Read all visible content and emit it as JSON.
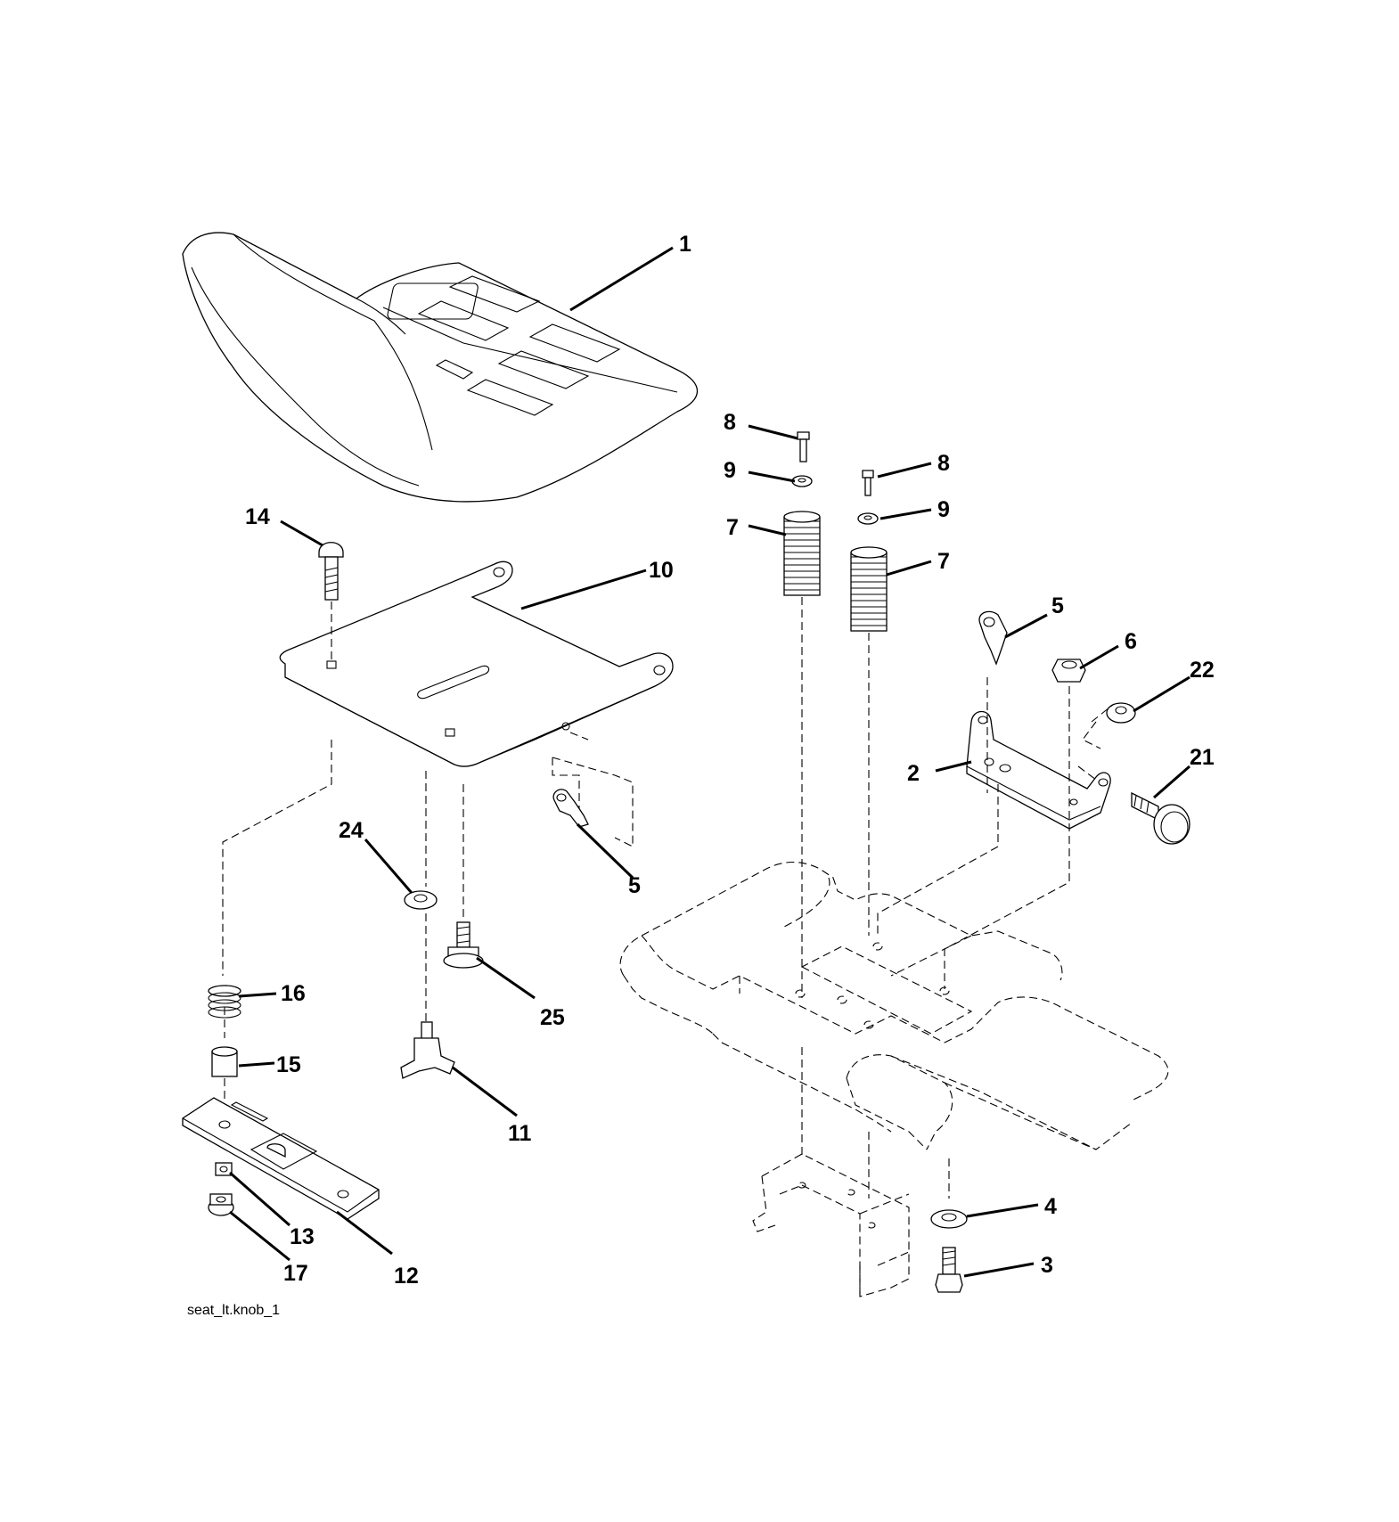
{
  "diagram": {
    "filename_label": "seat_lt.knob_1",
    "callouts": [
      {
        "id": "c1",
        "label": "1"
      },
      {
        "id": "c2",
        "label": "2"
      },
      {
        "id": "c3",
        "label": "3"
      },
      {
        "id": "c4",
        "label": "4"
      },
      {
        "id": "c5a",
        "label": "5"
      },
      {
        "id": "c5b",
        "label": "5"
      },
      {
        "id": "c6",
        "label": "6"
      },
      {
        "id": "c7a",
        "label": "7"
      },
      {
        "id": "c7b",
        "label": "7"
      },
      {
        "id": "c8a",
        "label": "8"
      },
      {
        "id": "c8b",
        "label": "8"
      },
      {
        "id": "c9a",
        "label": "9"
      },
      {
        "id": "c9b",
        "label": "9"
      },
      {
        "id": "c10",
        "label": "10"
      },
      {
        "id": "c11",
        "label": "11"
      },
      {
        "id": "c12",
        "label": "12"
      },
      {
        "id": "c13",
        "label": "13"
      },
      {
        "id": "c14",
        "label": "14"
      },
      {
        "id": "c15",
        "label": "15"
      },
      {
        "id": "c16",
        "label": "16"
      },
      {
        "id": "c17",
        "label": "17"
      },
      {
        "id": "c21",
        "label": "21"
      },
      {
        "id": "c22",
        "label": "22"
      },
      {
        "id": "c24",
        "label": "24"
      },
      {
        "id": "c25",
        "label": "25"
      }
    ]
  }
}
